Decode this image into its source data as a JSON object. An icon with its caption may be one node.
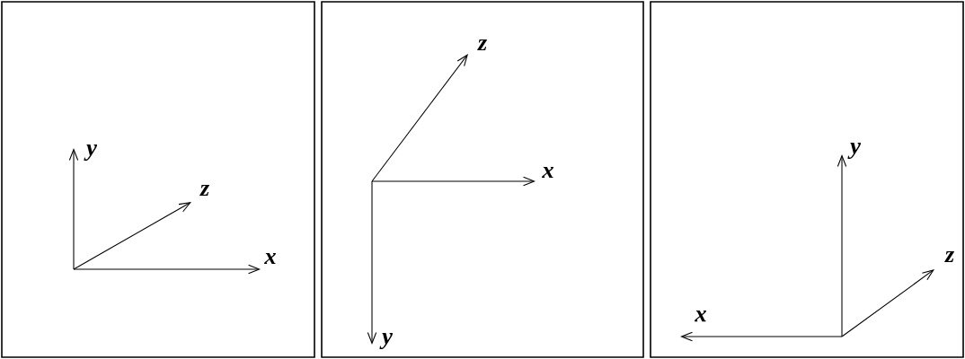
{
  "diagram": {
    "labels": [
      "y",
      "z",
      "x",
      "z",
      "x",
      "y",
      "y",
      "z",
      "x"
    ]
  }
}
